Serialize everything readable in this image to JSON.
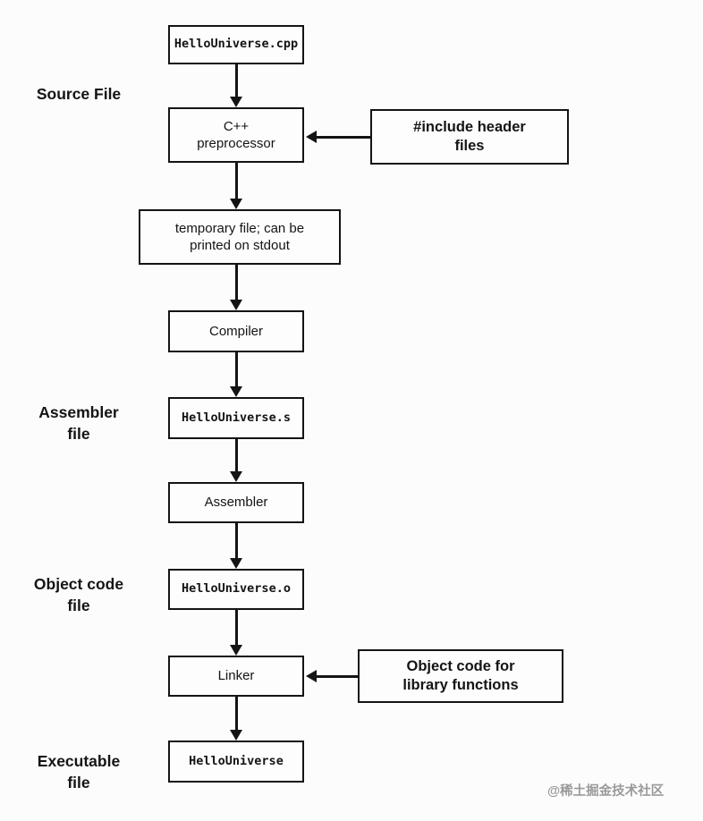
{
  "diagram": {
    "nodes": {
      "source_cpp": "HelloUniverse.cpp",
      "preprocessor": "C++\npreprocessor",
      "include_note": "#include header\nfiles",
      "temp_file": "temporary file; can be\nprinted on stdout",
      "compiler": "Compiler",
      "assembler_s": "HelloUniverse.s",
      "assembler": "Assembler",
      "object_o": "HelloUniverse.o",
      "linker": "Linker",
      "library_note": "Object code for\nlibrary functions",
      "executable": "HelloUniverse"
    },
    "side_labels": {
      "source": "Source File",
      "assembler": "Assembler\nfile",
      "object": "Object code\nfile",
      "executable": "Executable\nfile"
    },
    "watermark": "@稀土掘金技术社区",
    "colors": {
      "stroke": "#141414",
      "background": "#fcfcfc",
      "watermark": "#9a9a9a"
    }
  }
}
